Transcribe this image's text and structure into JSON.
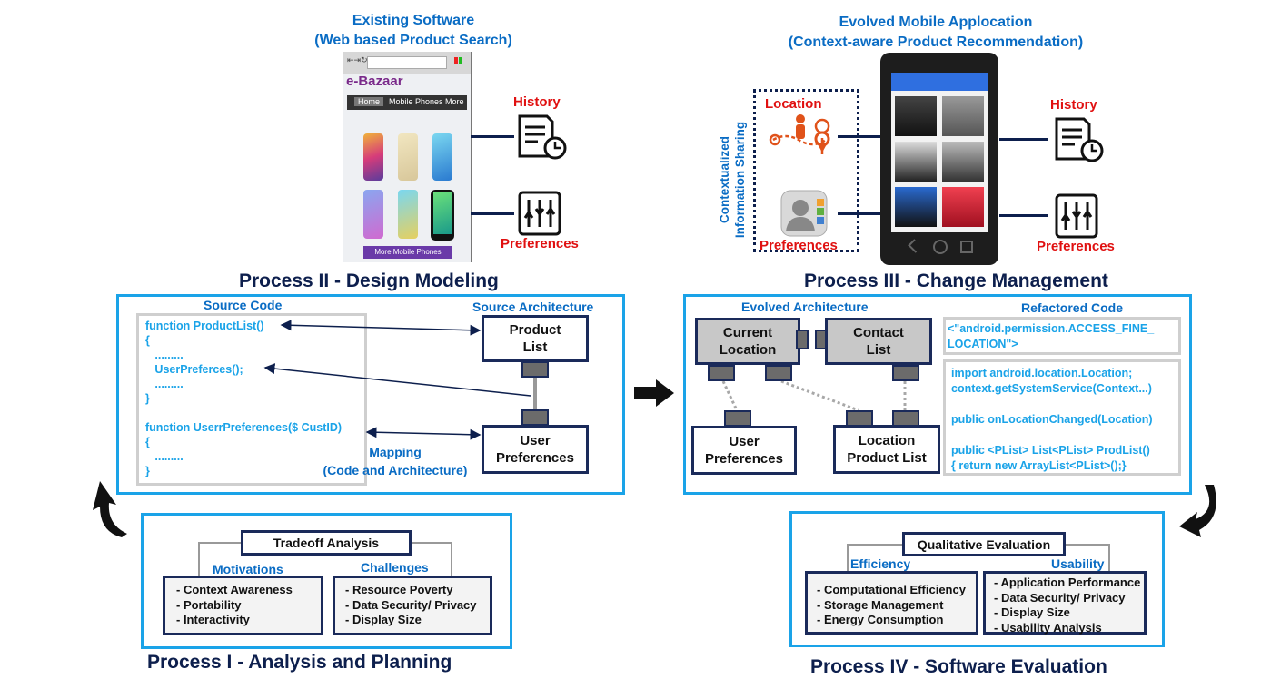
{
  "top_left": {
    "heading_1": "Existing Software",
    "heading_2": "(Web based Product Search)",
    "mock": {
      "brand": "e-Bazaar",
      "tab_home": "Home",
      "tab_mobile": "Mobile Phones",
      "tab_more": "More",
      "footer_btn": "More Mobile Phones"
    },
    "history": "History",
    "preferences": "Preferences"
  },
  "top_right": {
    "heading_1": "Evolved Mobile Applocation",
    "heading_2": "(Context-aware Product Recommendation)",
    "location": "Location",
    "preferences_left": "Preferences",
    "vertical_1": "Contextualized",
    "vertical_2": "Information Sharing",
    "history": "History",
    "preferences_right": "Preferences"
  },
  "process2": {
    "title": "Process II - Design Modeling",
    "source_code": "Source Code",
    "source_arch": "Source Architecture",
    "code_lines": [
      "function ProductList()",
      "{",
      "   .........",
      "   UserPreferces();",
      "   .........",
      "}",
      "",
      "function UserrPreferences($ CustID)",
      "{",
      "   .........",
      "}"
    ],
    "product_list": "Product\nList",
    "user_prefs": "User\nPreferences",
    "mapping_1": "Mapping",
    "mapping_2": "(Code and Architecture)"
  },
  "process3": {
    "title": "Process III - Change Management",
    "evolved_arch": "Evolved Architecture",
    "refactored": "Refactored Code",
    "current_location": "Current\nLocation",
    "contact_list": "Contact\nList",
    "user_prefs": "User\nPreferences",
    "location_product": "Location\nProduct List",
    "code_a": "<\"android.permission.ACCESS_FINE_\nLOCATION\">",
    "code_b": "import android.location.Location;\ncontext.getSystemService(Context...)\n\npublic onLocationChanged(Location)\n\npublic <PList> List<PList> ProdList()\n{ return new ArrayList<PList>();}"
  },
  "process1": {
    "title": "Process I - Analysis and Planning",
    "tradeoff": "Tradeoff Analysis",
    "motivations": "Motivations",
    "challenges": "Challenges",
    "motivation_items": "- Context Awareness\n- Portability\n- Interactivity",
    "challenge_items": "- Resource Poverty\n- Data Security/ Privacy\n- Display Size"
  },
  "process4": {
    "title": "Process IV - Software Evaluation",
    "qualitative": "Qualitative Evaluation",
    "efficiency": "Efficiency",
    "usability": "Usability",
    "efficiency_items": "- Computational Efficiency\n- Storage Management\n- Energy Consumption",
    "usability_items": "- Application Performance\n- Data Security/ Privacy\n- Display Size\n- Usability Analysis"
  },
  "colors": {
    "accent": "#1aa3e8",
    "navy": "#0d1f4d",
    "label_blue": "#0a6cc4",
    "red": "#e01010"
  }
}
